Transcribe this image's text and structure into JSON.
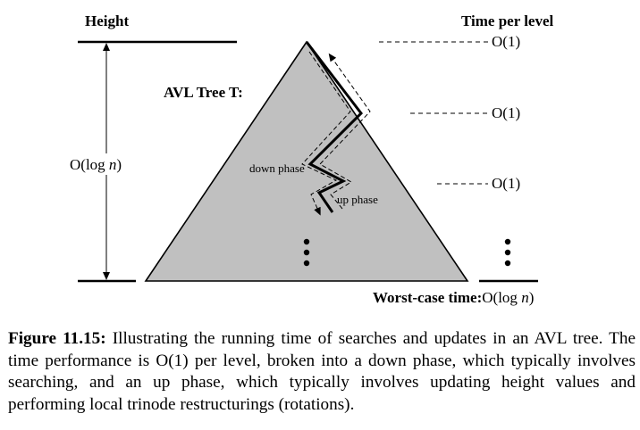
{
  "diagram": {
    "height_label": "Height",
    "time_per_level_label": "Time per level",
    "tree_label": "AVL Tree T:",
    "height_value": {
      "prefix": "O(log ",
      "var": "n",
      "suffix": ")"
    },
    "level_costs": [
      "O(1)",
      "O(1)",
      "O(1)"
    ],
    "down_phase_label": "down phase",
    "up_phase_label": "up phase",
    "worst_case": {
      "label": "Worst-case time:",
      "prefix": "O(log ",
      "var": "n",
      "suffix": ")"
    }
  },
  "caption": {
    "label": "Figure 11.15:",
    "text": " Illustrating the running time of searches and updates in an AVL tree. The time performance is O(1) per level, broken into a down phase, which typically involves searching, and an up phase, which typically involves updating height values and performing local trinode restructurings (rotations)."
  }
}
